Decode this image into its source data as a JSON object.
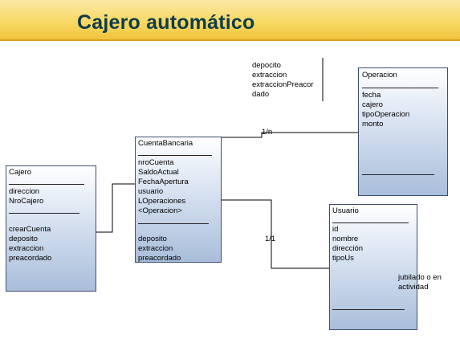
{
  "title": "Cajero automático",
  "enum_box": {
    "lines": [
      "depocito",
      "extraccion",
      "extraccionPreacor",
      "dado"
    ]
  },
  "operacion": {
    "name": "Operacion",
    "attributes": [
      "fecha",
      "cajero",
      "tipoOperacion",
      "monto"
    ]
  },
  "cuenta": {
    "name": "CuentaBancaria",
    "attributes": [
      "nroCuenta",
      "SaldoActual",
      "FechaApertura",
      "usuario",
      "LOperaciones",
      "<Operacion>"
    ],
    "methods": [
      "deposito",
      "extraccion",
      "preacordado"
    ]
  },
  "cajero": {
    "name": "Cajero",
    "attributes": [
      "direccion",
      "NroCajero"
    ],
    "methods": [
      "crearCuenta",
      "deposito",
      "extraccion",
      "preacordado"
    ]
  },
  "usuario": {
    "name": "Usuario",
    "attributes": [
      "id",
      "nombre",
      "dirección",
      "tipoUs"
    ]
  },
  "note": {
    "lines": [
      "jubilado o en",
      "actividad"
    ]
  },
  "multiplicities": {
    "cuenta_operacion": "1/n",
    "cuenta_usuario": "1/1"
  },
  "colors": {
    "header_gradient_top": "#fbe9a6",
    "header_gradient_bottom": "#f1c23a",
    "title": "#0f3b4c",
    "box_border": "#3d4f72",
    "box_fill_bottom": "#a9bedb"
  }
}
